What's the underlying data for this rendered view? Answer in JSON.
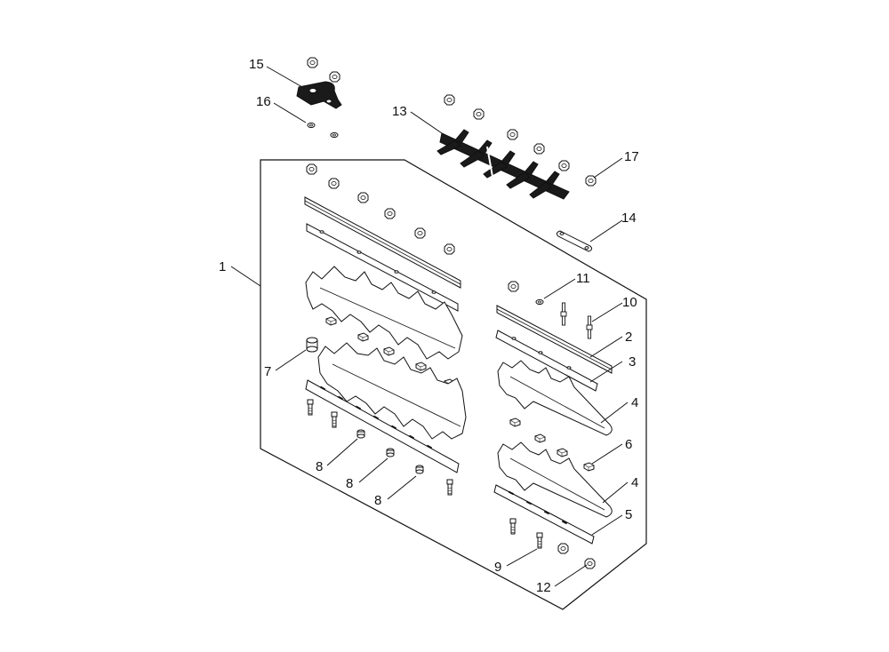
{
  "callouts": {
    "c1": "1",
    "c2": "2",
    "c3": "3",
    "c4a": "4",
    "c4b": "4",
    "c5": "5",
    "c6": "6",
    "c7": "7",
    "c8a": "8",
    "c8b": "8",
    "c8c": "8",
    "c9": "9",
    "c10": "10",
    "c11": "11",
    "c12": "12",
    "c13": "13",
    "c14": "14",
    "c15": "15",
    "c16": "16",
    "c17": "17"
  },
  "colors": {
    "line": "#111111",
    "background": "#ffffff",
    "dark_part": "#1a1a1a"
  }
}
